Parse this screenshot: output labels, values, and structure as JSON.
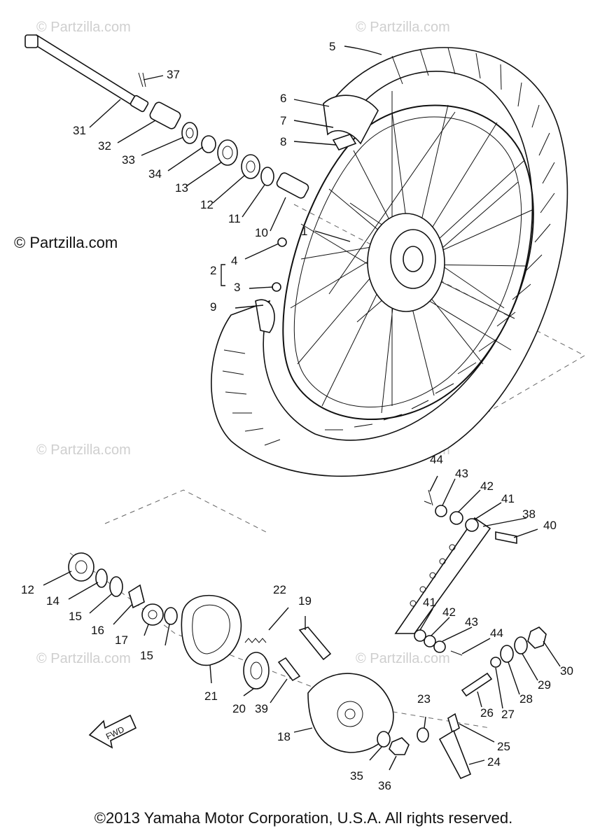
{
  "watermark": "© Partzilla.com",
  "credit": "© Partzilla.com",
  "copyright": "©2013 Yamaha Motor Corporation, U.S.A. All rights reserved.",
  "fwd_label": "FWD",
  "callouts": [
    "1",
    "2",
    "3",
    "4",
    "5",
    "6",
    "7",
    "8",
    "9",
    "10",
    "11",
    "12",
    "13",
    "14",
    "15",
    "16",
    "17",
    "18",
    "19",
    "20",
    "21",
    "22",
    "23",
    "24",
    "25",
    "26",
    "27",
    "28",
    "29",
    "30",
    "31",
    "32",
    "33",
    "34",
    "35",
    "36",
    "37",
    "38",
    "39",
    "40",
    "41",
    "42",
    "43",
    "44"
  ]
}
